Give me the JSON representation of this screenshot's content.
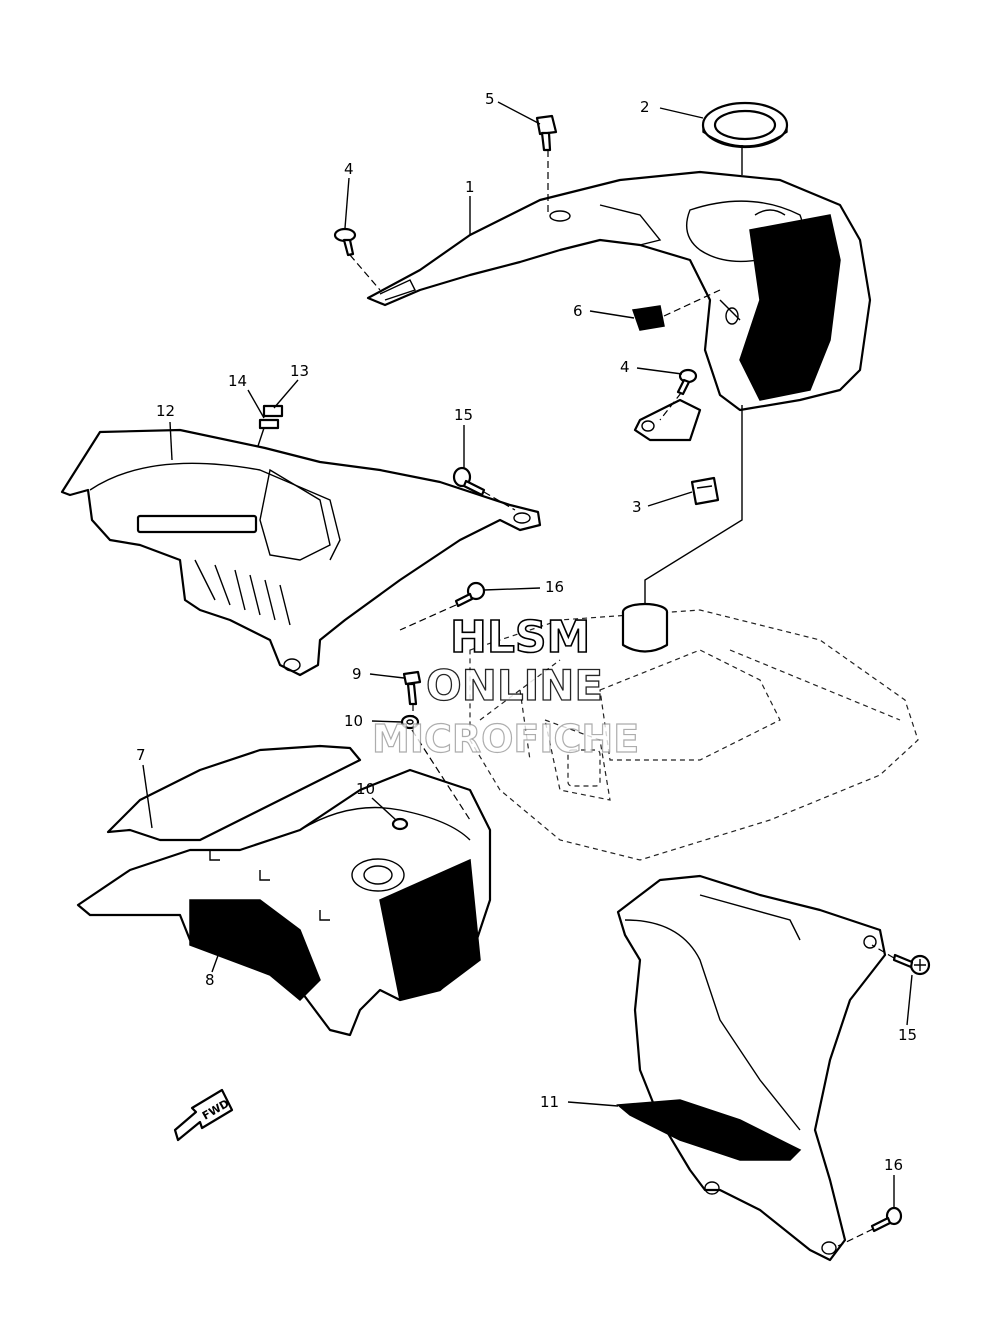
{
  "callouts": [
    {
      "id": "c1",
      "label": "1"
    },
    {
      "id": "c2",
      "label": "2"
    },
    {
      "id": "c3",
      "label": "3"
    },
    {
      "id": "c4a",
      "label": "4"
    },
    {
      "id": "c4b",
      "label": "4"
    },
    {
      "id": "c5",
      "label": "5"
    },
    {
      "id": "c6",
      "label": "6"
    },
    {
      "id": "c7",
      "label": "7"
    },
    {
      "id": "c8",
      "label": "8"
    },
    {
      "id": "c9",
      "label": "9"
    },
    {
      "id": "c10a",
      "label": "10"
    },
    {
      "id": "c10b",
      "label": "10"
    },
    {
      "id": "c11",
      "label": "11"
    },
    {
      "id": "c12",
      "label": "12"
    },
    {
      "id": "c13",
      "label": "13"
    },
    {
      "id": "c14",
      "label": "14"
    },
    {
      "id": "c15a",
      "label": "15"
    },
    {
      "id": "c15b",
      "label": "15"
    },
    {
      "id": "c16a",
      "label": "16"
    },
    {
      "id": "c16b",
      "label": "16"
    }
  ],
  "watermark": {
    "line1": "HLSM",
    "line2": "ONLINE",
    "line3": "MICROFICHE"
  },
  "fwd_label": "FWD"
}
